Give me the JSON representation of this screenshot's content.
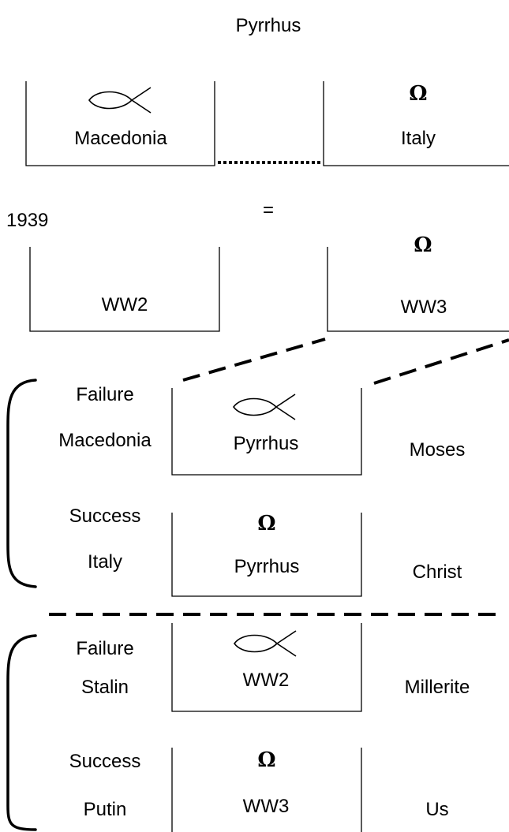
{
  "title": "Pyrrhus",
  "top": {
    "left_box": {
      "symbol": "fish-icon",
      "label": "Macedonia"
    },
    "right_box": {
      "symbol": "omega-icon",
      "omega": "Ω",
      "label": "Italy"
    }
  },
  "equals": "=",
  "year": "1939",
  "middle": {
    "left_box": {
      "label": "WW2"
    },
    "right_box": {
      "omega": "Ω",
      "label": "WW3"
    }
  },
  "section1": {
    "failure_label": "Failure",
    "failure_name": "Macedonia",
    "failure_box_label": "Pyrrhus",
    "failure_right": "Moses",
    "success_label": "Success",
    "success_name": "Italy",
    "success_omega": "Ω",
    "success_box_label": "Pyrrhus",
    "success_right": "Christ"
  },
  "section2": {
    "failure_label": "Failure",
    "failure_name": "Stalin",
    "failure_box_label": "WW2",
    "failure_right": "Millerite",
    "success_label": "Success",
    "success_name": "Putin",
    "success_omega": "Ω",
    "success_box_label": "WW3",
    "success_right": "Us"
  }
}
